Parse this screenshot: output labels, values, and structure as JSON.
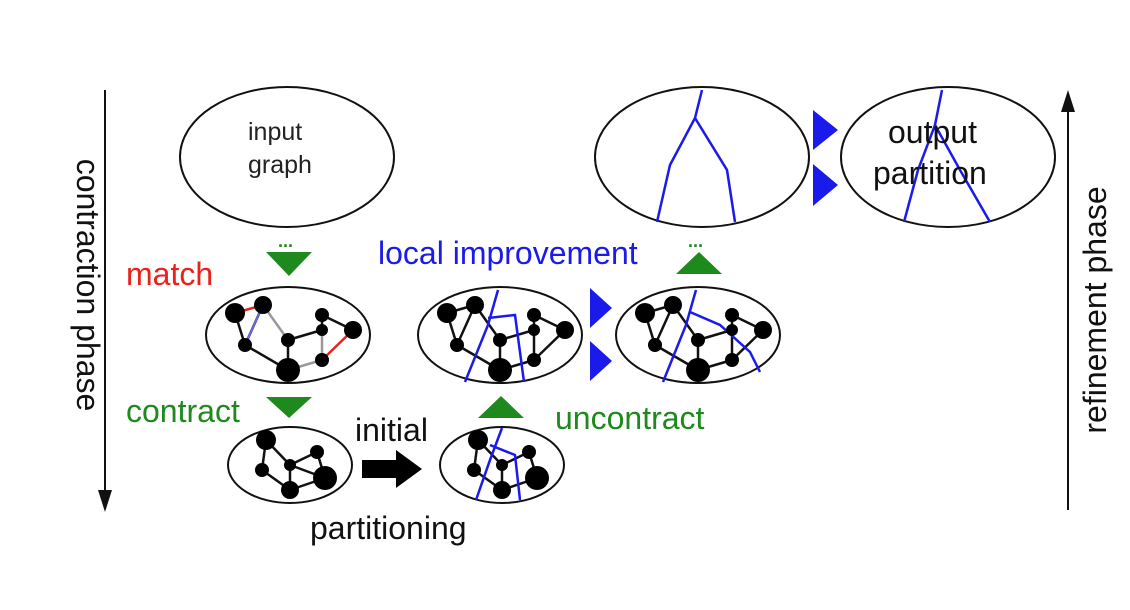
{
  "labels": {
    "contraction_phase": "contraction phase",
    "refinement_phase": "refinement phase",
    "input_graph_line1": "input",
    "input_graph_line2": "graph",
    "output_partition_line1": "output",
    "output_partition_line2": "partition",
    "match": "match",
    "local_improvement": "local improvement",
    "contract": "contract",
    "initial": "initial",
    "partitioning": "partitioning",
    "uncontract": "uncontract",
    "ellipsis": "..."
  },
  "colors": {
    "match": "#e8221b",
    "cut_lines": "#1a1aeb",
    "contract_arrows": "#1e8a1e",
    "refine_arrows": "#1a1aeb",
    "nodes": "#000000"
  }
}
